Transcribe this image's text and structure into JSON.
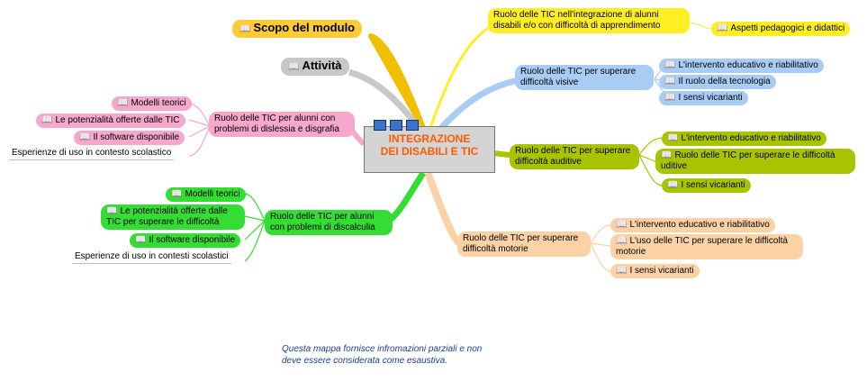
{
  "map": {
    "center": {
      "line1": "INTEGRAZIONE",
      "line2": "DEI DISABILI E TIC"
    },
    "scopo": "Scopo del modulo",
    "attivita": "Attività",
    "yellow": {
      "main": "Ruolo delle TIC nell'integrazione di alunni disabili e/o con difficoltà di apprendimento",
      "child": "Aspetti pedagogici e didattici"
    },
    "blue": {
      "main": "Ruolo delle TIC per superare difficoltà visive",
      "children": [
        "L'intervento educativo e riabilitativo",
        "Il ruolo della tecnologia",
        "I sensi vicarianti"
      ]
    },
    "olive": {
      "main": "Ruolo delle TIC per superare difficoltà auditive",
      "children": [
        "L'intervento educativo e riabilitativo",
        "Ruolo delle TIC per superare le difficoltà uditive",
        "I sensi vicarianti"
      ]
    },
    "peach": {
      "main": "Ruolo delle TIC per superare difficoltà motorie",
      "children": [
        "L'intervento educativo e riabilitativo",
        "L'uso delle TIC per superare le difficoltà motorie",
        "I sensi vicarianti"
      ]
    },
    "pink": {
      "main": "Ruolo delle TIC per alunni con problemi di dislessia e disgrafia",
      "children": [
        "Modelli teorici",
        "Le potenzialità offerte dalle TIC",
        "Il software disponibile",
        "Esperienze di uso in contesto scolastico"
      ]
    },
    "green": {
      "main": "Ruolo delle TIC per alunni con problemi di discalculia",
      "children": [
        "Modelli teorici",
        "Le potenzialità offerte dalle TIC per superare le difficoltà",
        "Il software disponibile",
        "Esperienze di uso in contesti scolastici"
      ]
    },
    "note": "Questa mappa fornisce infromazioni parziali e non deve essere considerata come esaustiva."
  },
  "colors": {
    "yellow": "#ffee22",
    "blue": "#a8ccf4",
    "olive": "#a8c400",
    "peach": "#fbd2a6",
    "pink": "#f6a8cc",
    "green": "#33dd33",
    "center_text": "#ff5a00",
    "note_text": "#1b3f8a"
  },
  "icon": "open-book-icon"
}
